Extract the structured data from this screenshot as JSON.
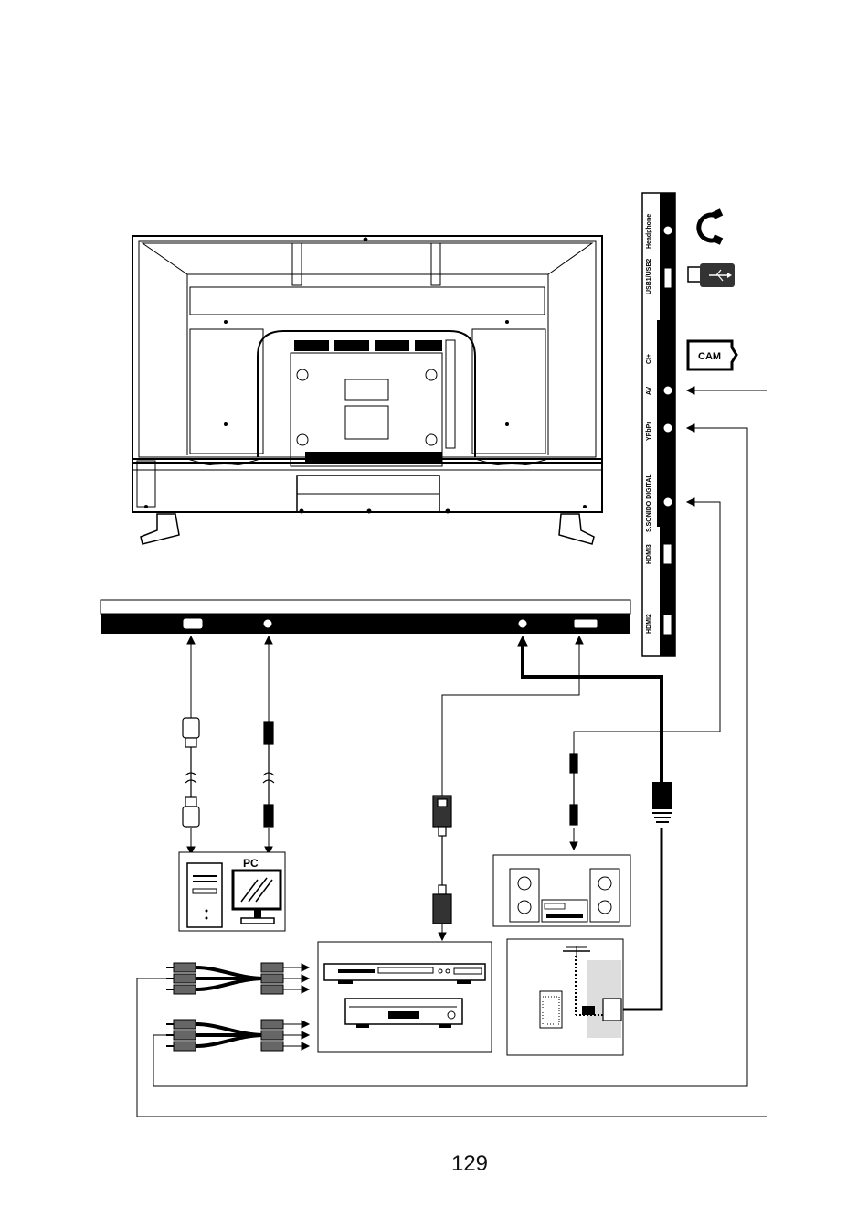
{
  "side_panel": {
    "labels": {
      "headphone": "Headphone",
      "usb": "USB1/USB2",
      "ci": "CI+",
      "av": "AV",
      "ypbpr": "YPbPr",
      "sonido": "S.SONIDO DIGITAL",
      "hdmi3": "HDMI3",
      "hdmi2": "HDMI2"
    }
  },
  "icons": {
    "cam": "CAM",
    "usb": "usb-icon",
    "headphone": "headphone-icon"
  },
  "devices": {
    "pc_label": "PC"
  },
  "page": {
    "number": "129"
  }
}
